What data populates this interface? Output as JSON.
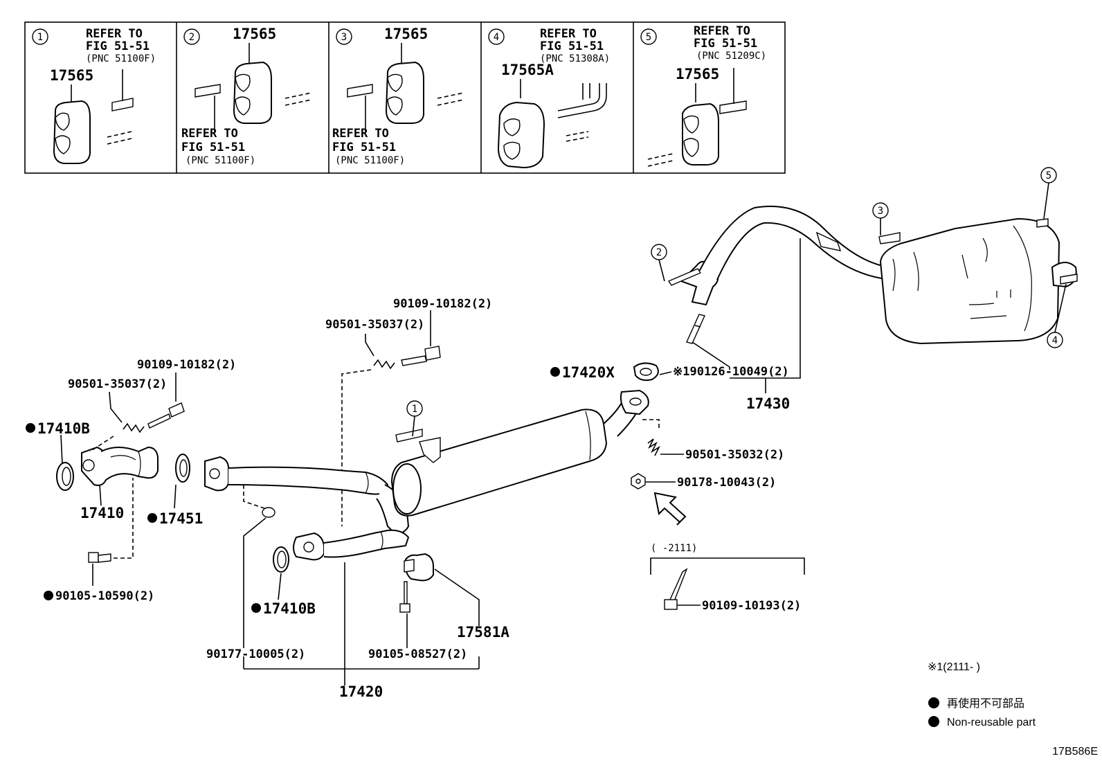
{
  "inset_boxes": [
    {
      "num": "1",
      "ref1": "REFER TO",
      "ref2": "FIG 51-51",
      "pnc": "(PNC 51100F)",
      "part": "17565"
    },
    {
      "num": "2",
      "ref1": "REFER TO",
      "ref2": "FIG 51-51",
      "pnc": "(PNC 51100F)",
      "part": "17565"
    },
    {
      "num": "3",
      "ref1": "REFER TO",
      "ref2": "FIG 51-51",
      "pnc": "(PNC 51100F)",
      "part": "17565"
    },
    {
      "num": "4",
      "ref1": "REFER TO",
      "ref2": "FIG 51-51",
      "pnc": "(PNC 51308A)",
      "part": "17565A"
    },
    {
      "num": "5",
      "ref1": "REFER TO",
      "ref2": "FIG 51-51",
      "pnc": "(PNC 51209C)",
      "part": "17565"
    }
  ],
  "labels": {
    "p90109_upper": "90109-10182(2)",
    "p90501_upper": "90501-35037(2)",
    "p90109_left": "90109-10182(2)",
    "p90501_left": "90501-35037(2)",
    "p17410b_top": "17410B",
    "p17410": "17410",
    "p17451": "17451",
    "p90105_10590": "90105-10590(2)",
    "p17410b_bottom": "17410B",
    "p90177": "90177-10005(2)",
    "p90105_08527": "90105-08527(2)",
    "p17581a": "17581A",
    "p17420": "17420",
    "p17420x": "17420X",
    "p90126": "※190126-10049(2)",
    "p17430": "17430",
    "p90501_35032": "90501-35032(2)",
    "p90178": "90178-10043(2)",
    "range": "(     -2111)",
    "p90109_10193": "90109-10193(2)",
    "callout_1": "1",
    "callout_2": "2",
    "callout_3": "3",
    "callout_4": "4",
    "callout_5": "5"
  },
  "footnote": "※1(2111-     )",
  "legend": {
    "jp": "再使用不可部品",
    "en": "Non-reusable part"
  },
  "figure_code": "17B586E"
}
